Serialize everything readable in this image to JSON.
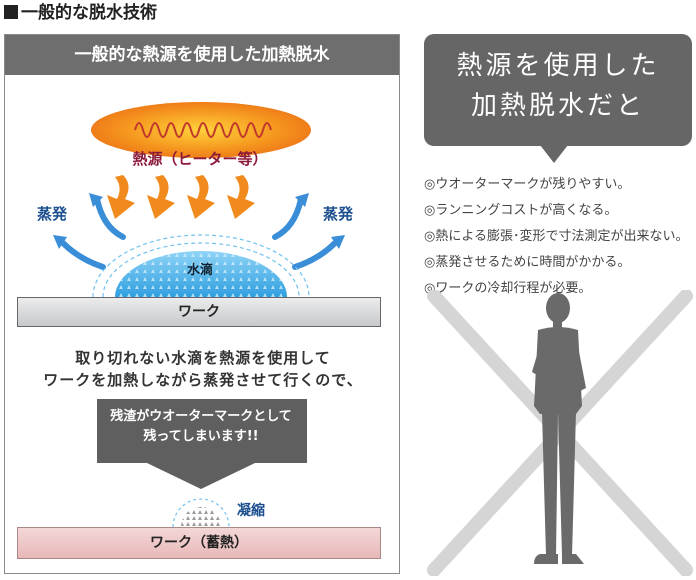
{
  "heading": "一般的な脱水技術",
  "left_panel": {
    "title": "一般的な熱源を使用した加熱脱水",
    "heat_source_label": "熱源（ヒーター等）",
    "evaporation_left": "蒸発",
    "evaporation_right": "蒸発",
    "droplet_label": "水滴",
    "work_label": "ワーク",
    "description_line1": "取り切れない水滴を熱源を使用して",
    "description_line2": "ワークを加熱しながら蒸発させて行くので、",
    "callout_line1": "残渣がウオーターマークとして",
    "callout_line2": "残ってしまいます!!",
    "condensation_label": "凝縮",
    "work_heated_label": "ワーク（蓄熱）"
  },
  "right_panel": {
    "bubble_line1": "熱源を使用した",
    "bubble_line2": "加熱脱水だと",
    "points": [
      "◎ウオーターマークが残りやすい。",
      "◎ランニングコストが高くなる。",
      "◎熱による膨張･変形で寸法測定が出来ない。",
      "◎蒸発させるために時間がかかる。",
      "◎ワークの冷却行程が必要。"
    ]
  },
  "colors": {
    "header_gray": "#6e6e6e",
    "heater_orange": "#f08a1c",
    "heat_label": "#8c1a3a",
    "arrow_blue": "#3a8ed8",
    "droplet_blue": "#4fb3ea",
    "x_mark": "#d5d5d5",
    "person": "#6a6a6a"
  }
}
